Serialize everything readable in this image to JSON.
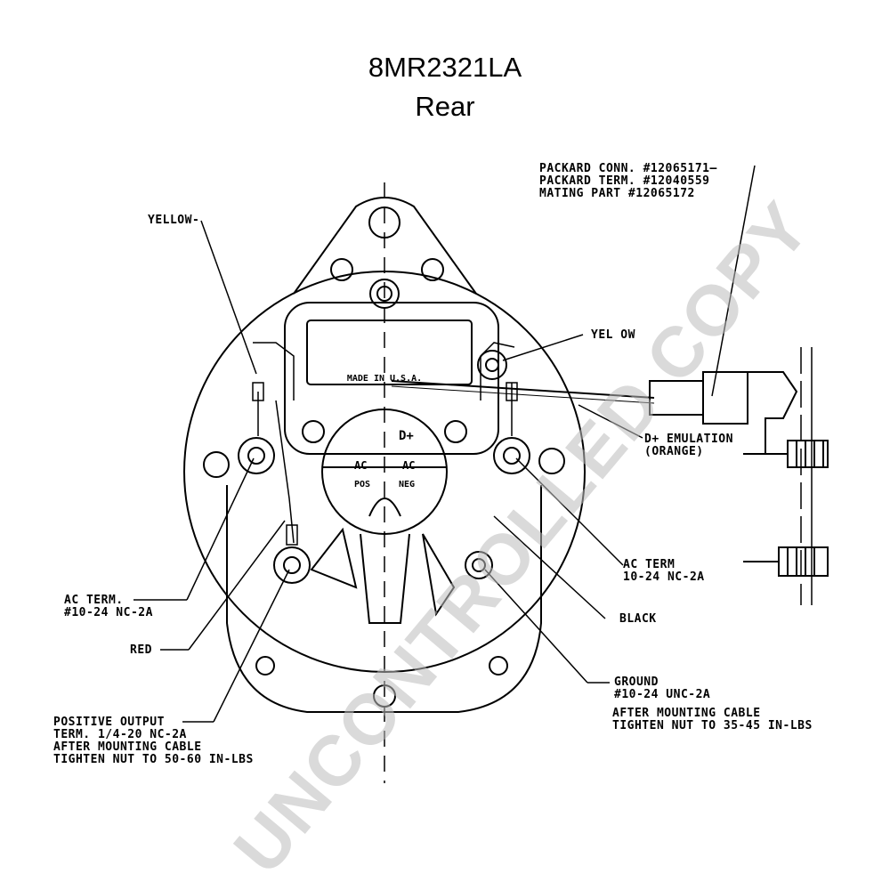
{
  "header": {
    "model": "8MR2321LA",
    "view": "Rear"
  },
  "labels": {
    "yellow_left": "YELLOW-",
    "packard_conn": "PACKARD CONN. #12065171—",
    "packard_term": "PACKARD TERM. #12040559",
    "mating_part": "MATING PART #12065172",
    "yellow_right": "YEL OW",
    "d_plus_emulation": "D+ EMULATION",
    "orange": "(ORANGE)",
    "ac_term_right_1": "AC TERM",
    "ac_term_right_2": "10-24 NC-2A",
    "black": "BLACK",
    "ac_term_left_1": "AC TERM.",
    "ac_term_left_2": "#10-24 NC-2A",
    "red": "RED",
    "ground_1": "GROUND",
    "ground_2": "#10-24 UNC-2A",
    "ground_3": "AFTER MOUNTING CABLE",
    "ground_4": "TIGHTEN NUT TO 35-45 IN-LBS",
    "pos_out_1": "POSITIVE OUTPUT",
    "pos_out_2": "TERM. 1/4-20 NC-2A",
    "pos_out_3": "AFTER MOUNTING CABLE",
    "pos_out_4": "TIGHTEN NUT TO 50-60 IN-LBS"
  },
  "plate": {
    "made_in": "MADE IN U.S.A.",
    "d_plus": "D+",
    "ac": "AC",
    "pos": "POS",
    "neg": "NEG"
  },
  "watermark": "UNCONTROLLED COPY"
}
